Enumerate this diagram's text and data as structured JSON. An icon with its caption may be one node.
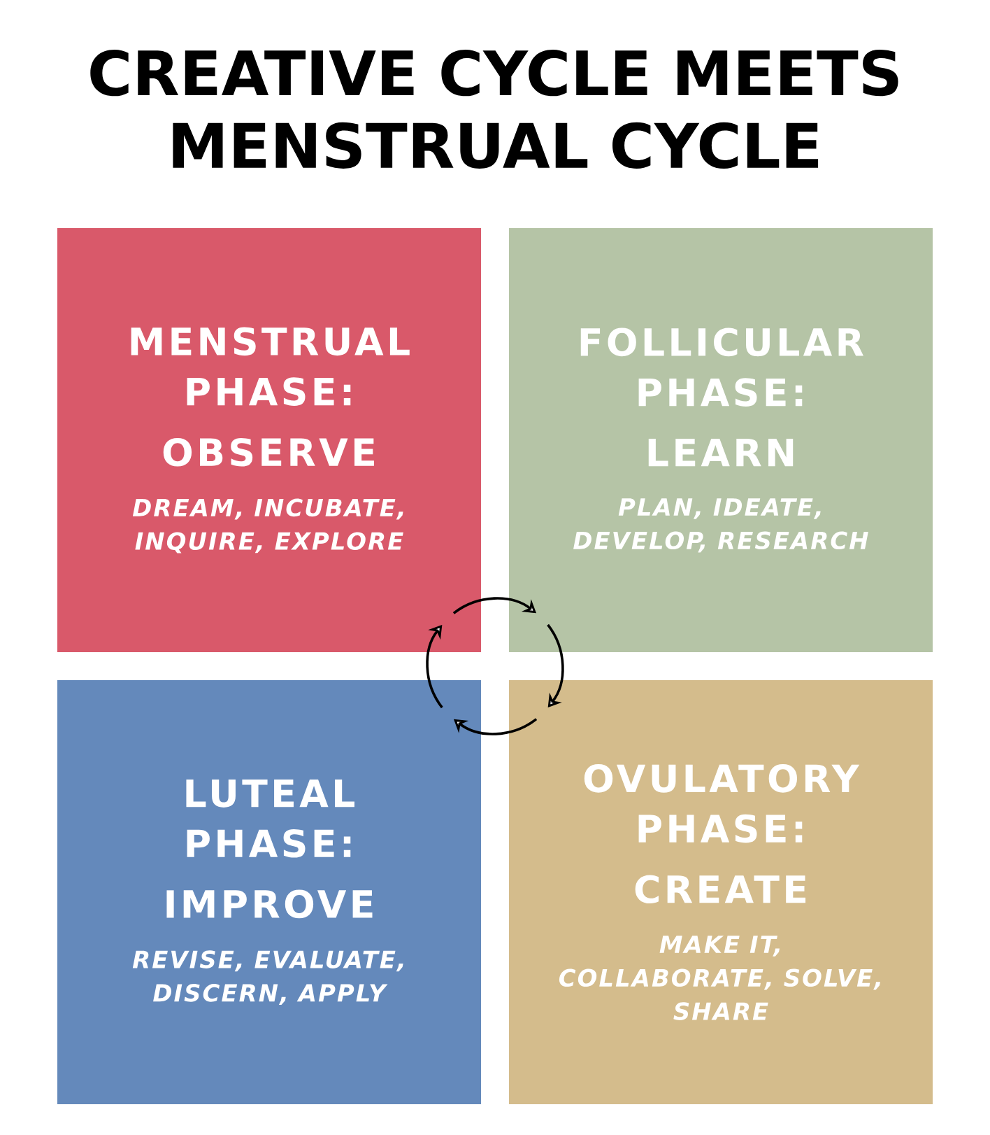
{
  "diagram": {
    "title": "CREATIVE CYCLE MEETS MENSTRUAL CYCLE",
    "nodes": [
      {
        "text": [
          "MENSTRUAL PHASE:",
          "OBSERVE",
          "DREAM, INCUBATE, INQUIRE, EXPLORE"
        ]
      },
      {
        "text": [
          "FOLLICULAR PHASE:",
          "LEARN",
          "PLAN, IDEATE, DEVELOP, RESEARCH"
        ]
      },
      {
        "text": [
          "LUTEAL PHASE:",
          "IMPROVE",
          "REVISE, EVALUATE, DISCERN, APPLY"
        ]
      },
      {
        "text": [
          "OVULATORY PHASE:",
          "CREATE",
          "MAKE IT, COLLABORATE, SOLVE, SHARE"
        ]
      }
    ],
    "edges": [
      {
        "from": 0,
        "to": 1,
        "arrow": "to"
      },
      {
        "from": 1,
        "to": 3,
        "arrow": "to"
      },
      {
        "from": 3,
        "to": 2,
        "arrow": "to"
      },
      {
        "from": 2,
        "to": 0,
        "arrow": "to"
      }
    ]
  }
}
